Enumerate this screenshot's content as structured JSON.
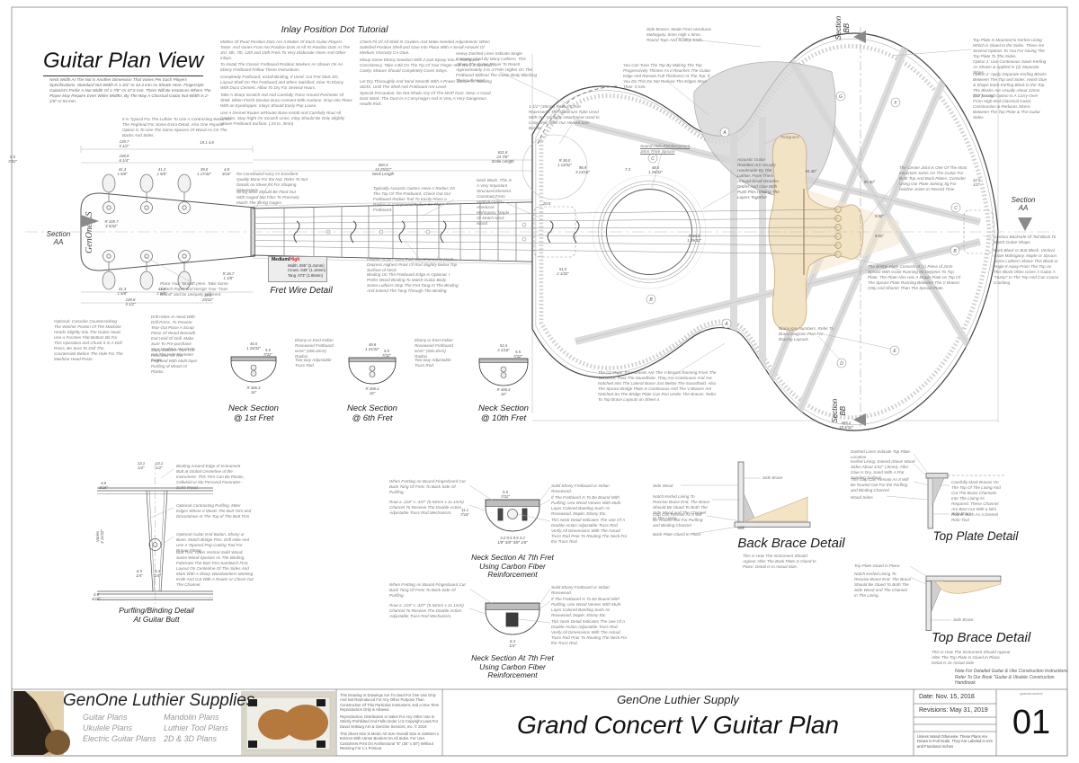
{
  "page": {
    "plan_view_title": "Guitar Plan View"
  },
  "sections": {
    "aa": "Section\nAA",
    "bb": "Section\nBB"
  },
  "keys": {
    "a": "A",
    "b": "B",
    "c": "C",
    "d": "D",
    "e": "E",
    "f": "F",
    "g": "G"
  },
  "notes": {
    "nut_width": "Neck Width At The Nut Is Another Dimension That Varies Per Each Players Specifications. Standard Nut Width Is 1-3/4\" or 44.4 mm As Shown Here. Fingerstyle Guitarist's Prefer A Nut Width Of 1-7/8\" Or 47.6 mm. There Will Be Instances Where The Player May Require Even Wider Widths. By The Way A Classical Guitar Nut Width Is 2-1/8\" or 54 mm.",
    "peghead_wood": "It Is Typical For The Luthier To Use A Contrasting Wood On The Peghead For Some Extra Detail. Also One Popular Option Is To Use The Same Species Of Wood As On The Backs And Sides.",
    "brand": "Place Your \"Brand\" Here. Take Some Sketch Paper and Design Your \"Own Brand\" and be Uniquely Different.",
    "countersink": "Optional: Consider Countersinking The Washer Portion Of The Machine Heads Slightly Into The Guitar Head. Use A Forstner Flat-Bottom Bit For This Operation and Chuck It In A Drill Press. Be Sure To Drill The Countersink Before The Hole For The Machine Head Posts.",
    "drill_holes": "Drill Holes In Head With Drill Press. To Prevent Tear-Out Place A Scrap Piece Of Wood Beneath Exit Hold Of Drill. Make Sure To Pre-purchase Your Machine Heads To Get The Hole Diameter Exact.",
    "peghead_trim": "Many Luthiers Trim The Perimeter Of The Peghead With Multi-layer Purfling of Wood Or Plastic.",
    "nut_material": "Re-Constituted Ivory Or Excellent Quality Bone For the Nut. Refer To Nut Details on Sheet #4 For Shaping Dimensions",
    "string_slots": "String Slots Should Be Filed Out With Gaged Nut Files To Precisely Match The String Gages.",
    "fretboard_radius": "Typically Acoustic Guitars Have A Radius On The Top Of The Fretboard. Check Out Our Fretboard Radius Tool To Easily Place a Radius or Compound Radius On The Fretboard.",
    "neck_block": "Neck Block. This Is A Very Important Structural Element. Construct From Vertical Grain Honduras Mahogany, Maple Or Match Neck Wood",
    "truss_rod": "Double-Action Truss Rod. Cut Channel In Neck. Depress Highest Point Of Rod Slightly Below Top Surface of Neck.",
    "fretboard_binding": "Binding On The Fretboard Edge Is Optional. I Prefer Wood Binding To Match Guitar Body. Some Luthiers Stop The Fret Tang At The Binding And Extend The Tang Through The Binding.",
    "cutaway": "Heavy Dashed Lines Indicate Single Cutaway Used By Many Luthiers. This Allows The Guitar Player To Reach Approximately 3 to 4 Frets Higher On The Fretboard Without The Guitar Body Blocking Their Left Hand",
    "bend_radius": "1-1/2\" (38mm) Radius Circle Represents The Aluminum Tube Used With Our Cutaway Attachment Used In Conjuction With Our Heated Side Bender",
    "side_braces": "Side Braces: Made From Honduras Mahogany. 6mm High x 5mm. Round Tops And Scallop Ends.",
    "top_tuning": "You Can Tune The Top By Making The Top Progressively Thinner As It Reaches The Guitar Edge And Remain Full Thickness At The Top. If You Do This Do Not Reduce The Edges More Than .5 mm.",
    "soundhole_reinforcement": "Sound Hole Reinforcement\n3mm Thick Spruce",
    "rosettes": "Acoustic Guitar Rosettes Are Usually Handmade By The Luthier. Form Them Around Small Wooden Drums And Glue With Push Pins Holding The Layers Together",
    "pickguard": "Pickguard",
    "top_plate_mounting": "Top Plate Is Mounted to Kerfed Lining Which is Glued to the Sides. There Are Several Options To You For Gluing The Top Plate To The Sides.",
    "kerfing_option1": "Option 1: Use Continuous Sawn Kerfing As Shown & Applied In (2) Separate Strips.",
    "kerfing_option2": "Option 2: Apply Separate Kerfing Blocks Between The Top and Sides. Hand Glue & Shape Each Kerfing Block to the Top. The Blocks Are Usually About 12mm (1/2\") Long.",
    "kerfing_option2b": "The Second Option Is A Carry-Over From High-End Classical Guitar Construction & Reduces Stress Between The Top Plate & The Guitar Sides.",
    "center_joint": "The Center Joint Is One Of The Most Important Joints On The Guitar For Both Top And Back Plates. Consider Using Our Plate Joining Jig For Hairline Joints In Record Time",
    "tail_block": "Contour Backside Of Tail Block To Match Guitar Shape",
    "back_block": "Back Block or Butt Block. Vertical Grain Mahogany, Maple or Spruce. Some Luthiers Shave This Block or Angle It Away From The Top As This Block Often Gives A Guitar A \"Hump\" In The Top And Can Cause Cracking",
    "bridge_plate": "The Bridge Plate Consists of (1) Piece of 2mm Spruce With Grain Running 90 Degrees To Top Plate. The Plate Also Has A Maple Plate on Top Of The Spruce Plate Running Between The V Braces Only And Shorter Than The Spruce Plate.",
    "v_braces": "The (2) Major Tone Braces Are The V-Braces Running From The Tail Block, Past The Soundhole. They Are Continuous And Are Notched Into The Lateral Brace Just Below The Soundhold. Also The Spruce Bridge Plate Is Continuous And The V-Braces Are Notched So The Bridge Plate Can Run Under The Braces. Refer To Top Brace Layouts on Sheet 4.",
    "brace_key": "Brace Key Numbers. Refer To Brace Diagram Plan For Bracing Layouts"
  },
  "inlay": {
    "title": "Inlay Position Dot Tutorial",
    "col1": [
      "Mother Of Pearl Position Dots Are A Matter Of Each Guitar Players Taste. And Varies From No Position Dots At All To Position Dots At The 3rd, 5th, 7th, 12th and 15th Frets To Very Elaborate Vines And Other Inlays.",
      "To Install The Classic Fretboard Position Markers As Shown On An Ebony Fretboard Follow These Instructions.",
      "Completely Fretboard, Install Binding, If Used. Cut Fret Slots Etc. Layout Shell On The Fretboard and When Satisfied, Glue To Ebony With Duco Cement. Allow To Dry For Several Hours.",
      "Take A Sharp Scratch Awl And Carefully Trace Around Perimeter Of Shell. When Finish Disolve Duco Cement With Acetone. Drop Into Place With an Eyedropper. Inlays Should Easly Pop Loose.",
      "Use A Dremel Router w/Router Base Install And Carefully Rout All Cavities. Stay Right On Scratch Lines. Inlay Should Be Only Slightly Above Fretboard Surface. (.25 to .3mm)"
    ],
    "col2": [
      "Check Fit Of All Shell In Cavities And Make Needed Adjustments When Satisfied Position Shell and Glue Into Place With A Small Amount Of Medium Viscosity CA Glue.",
      "Mixup Some Ebony Sawdust With 2-part Epoxy Into A Toothpaste Consistency. Take A Bit On The Tip Of Your Finger And Work It Into Each Cavity. Mixture Should Completely Cover Inlays.",
      "Let Dry Thoroughly And Sand Smooth With A Power Sander Or Sanding Sticks. Until The Shell And Fretboard Are Level.",
      "Special Precaution: Do Not Inhale Any Of The MOP Dust. Wear A Good Dust Mask. The Dust In A Carcynogyn And Is Very A Very Dangerous Health Risk."
    ]
  },
  "fret_wire": {
    "title": "Fret Wire Detail",
    "grade": "Medium/",
    "grade_high": "High",
    "specs": "Width .095\" (2.41mm)\nCrown .045\" (1.14mm)\nTang  .073\" (1.85mm)"
  },
  "neck": {
    "fretboard_label": "Ebony or East Indian Rosewood Fretboard w/16\" (406.4mm) Radius",
    "truss_label": "Two-way Adjustable Truss Rod",
    "thickness": "5.5\n7/32\"",
    "items": [
      {
        "title": "Neck Section\n@ 1st Fret",
        "width": "45.5\n1 25/32\"",
        "radius": "R 406.4\n16\""
      },
      {
        "title": "Neck Section\n@ 6th Fret",
        "width": "49.8\n1 31/32\"",
        "radius": "R 406.4\n16\""
      },
      {
        "title": "Neck Section\n@ 10th Fret",
        "width": "52.4\n2 1/16\"",
        "radius": "R 406.4\n16\""
      }
    ]
  },
  "purfling": {
    "title": "Purfling/Binding Detail\nAt Guitar Butt",
    "binding": "Binding Around Edge of Instrument Butt at Global Centerline of the Instrument. This Trim Can Be Plastic, Celluloid or My Personal Favorates - Solid Wood.",
    "purfling": "Optional Contrasting Purfling. Miter Edges Where It Meets The Butt Trim and Discontinue At The Top of The Butt Trim",
    "end_button": "Optional Guitar End Button. Ebony or Bone. Match Bridge Pins. Drill Hole And Use A Tapered Peg-Cutting Tool For Proper Fitting",
    "butt_trim": "Butt Trim: Often Vertical Solid Wood, Same Wood Species As The Binding. Fabricate The Butt Trim Sandwich First, Layout On Centerline Of The Sides And Mark With A Sharp Woodworkers Marking Knife And Cut With A Router or Chisel Out The Channel.",
    "d1": "13.1\n1/2\"",
    "d2": "13.1\n1/2\"",
    "d3": "4.8\n3/16\"",
    "d4": "Varies\n4 11/32\"",
    "d5": "6.5\n1/4\"",
    "d6": "6.3\n1/4\"",
    "d7": "4.8\n3/16\""
  },
  "neck7": {
    "title": "Neck Section At 7th Fret\nUsing Carbon Fiber\nReinforcement",
    "fretting": "When Fretting An Bound Fingerboard Cut Back Tang Of Frets To Back Side Of Purfling.",
    "rout": "Rout a .218\" x .437\" (5.54mm x 11.1mm) Channel To Receive The Double Action Adjustable Truss Rod Mechanism.",
    "fretboard": "Solid Ebony Fretboard or Indian Rosewood.",
    "bound": "If The Fretboard Is To Be Bound With Purfling, Use Wood Veneer With Multi-Layer Colored Banding Such As Rosewood, Maple, Ebony Etc.",
    "detail_note": "This Neck Detail Indicates The Use Of A Double-Action Adjustable Truss Rod. Verify All Dimensions With The Actual Truss Rod Prior To Routing The Neck For the Truss Rod.",
    "d1": "5.5\n7/32\"",
    "d2": "3.2      9.5      9.5      3.2\n1/8\"     3/8\"     3/8\"     1/8\"",
    "d3": "11.1\n7/16\"",
    "d4": "6.4\n1/4\""
  },
  "back_brace": {
    "title": "Back Brace Detail",
    "side_wood": "Side Wood",
    "side_brace": "Side Brace",
    "notch": "Notch Kerfed Lining To Receive Brace End. The Brace Should Be Glued To Both The Side Wood and The Channel In The Lining",
    "gap": "Gap Can Remain As It Will Be Routed Out For Purfling and Binding Channel",
    "back_plate": "Back Plate Glued In Place",
    "caption": "This Is How The Instrument Should Appear After The Back Plate Is Glued In Place. Detail Is In Actual Size."
  },
  "top_plate": {
    "title": "Top Plate Detail",
    "dashed": "Dashed Lines Indicate Top Plate Location",
    "kerfed": "Kerfed Lining. Extend Above Wood Sides About 1/32\" (.8mm). After Glue Is Dry, Sand With A Flat Sanding Surface.",
    "gap": "This Gap Can Remain As It Will Be Routed Out For the Purfling and Binding Channel",
    "wood_sides": "Wood Sides",
    "mark_braces": "Carefully Mark Braces On The Top Of The Lining And Cut The Brace Channels Into The Lining As Required. These Channel Are Best Cut With a Mini Router Such As A Dremel Roto-Tool",
    "side_brace": "Side Brace"
  },
  "top_brace": {
    "title": "Top Brace Detail",
    "glued": "Top Plate Glued in Place.",
    "notch": "Notch Kerfed Lining To Receive Brace End. The Brace Should Be Glued To Both The Side Wood and The Channel In The Lining.",
    "side_brace": "Side Brace",
    "caption": "This Is How The Instrument Should Appear After The Top Plate Is Glued In Place. Detail Is 2x Actual Side",
    "book_note": "Note For Detailed Guitar & Uke Construction Instructions Refer To Our Book \"Guitar & Ukulele Construction Handbook"
  },
  "dims": {
    "hs_len": "139.7\n5 1/2\"",
    "hs_end": "19.1   4.8",
    "hs_total": "158.8\n6 1/4\"",
    "nut_thk": "5.5\n7/32\"",
    "t1": "41.3\n1 5/8\"",
    "t2": "41.3\n1 5/8\"",
    "t3": "39.0\n1 17/32\"",
    "t4": "4.8\n3/16\"",
    "neck_len": "350.3\n13 25/32\"\nNeck Length",
    "scale_len": "631.8\n24 7/8\"\nScale Length",
    "r105": "R 105.7\n4 5/32\"",
    "r26": "R 26.7\n1 1/8\"",
    "b1": "41.3\n1 5/8\"",
    "b2": "41.3\n1 5/8\"",
    "b3": "139.8\n5 1/2\"",
    "b4": "19.5\n25/32\"",
    "r36": "R 36.0\n1 13/32\"",
    "d96": "96.9\n3 13/16\"",
    "d73": "7.3",
    "d485j": "48.5\n1 29/32\"",
    "d20": "20.0",
    "d515": "51.5\n2 1/32\"",
    "r48": "R 48.3\n1 29/32\"",
    "a1": "91.46°",
    "a2": "97.40°",
    "a3": "9.50°",
    "a4": "9.50°",
    "body_len": "485.2\n19 3/32\"",
    "tail": "12.7\n1/2\""
  },
  "title_block": {
    "company": "GenOne Luthier Supplies",
    "products_col1": "Guitar Plans\nUkulele Plans\nElectric Guitar Plans",
    "products_col2": "Mandolin Plans\nLuthier Tool Plans\n2D & 3D Plans",
    "legal1": "This Drawing or Drawings Are To Used For One Use Only And Not Reproduced For Any Other Purpose Than Construction Of This Particular Instrument, and a One Time Reproduction Only is Allowed",
    "legal2": "Reproduction, Distribution or Sales For Any Other Use Is Strictly Prohibited And Falls Under U.S Copyright Laws For David VerBurg AIA & GenOne Services, Inc. © 2019",
    "legal3": "This Sheet Size Is Metric A0 Size Overall Size is 1189mm x 841mm With 15mm Borders On All Sides. For USA Customers Print On Architectural \"E\" (36\" x 48\") Without Resizing For 1:1 Printout.",
    "brand": "GenOne Luthier Supply",
    "plan_title": "Grand Concert V Guitar Plan",
    "date": "Date: Nov. 15, 2018",
    "revisions": "Revisions: May 31, 2019",
    "scale_note": "Unless Noted Otherwise, These Plans Are Drawn to Full Scale. They Are Labeled in mm and Fractional Inches",
    "file_code": "grandconcertv",
    "sheet_number": "01"
  }
}
